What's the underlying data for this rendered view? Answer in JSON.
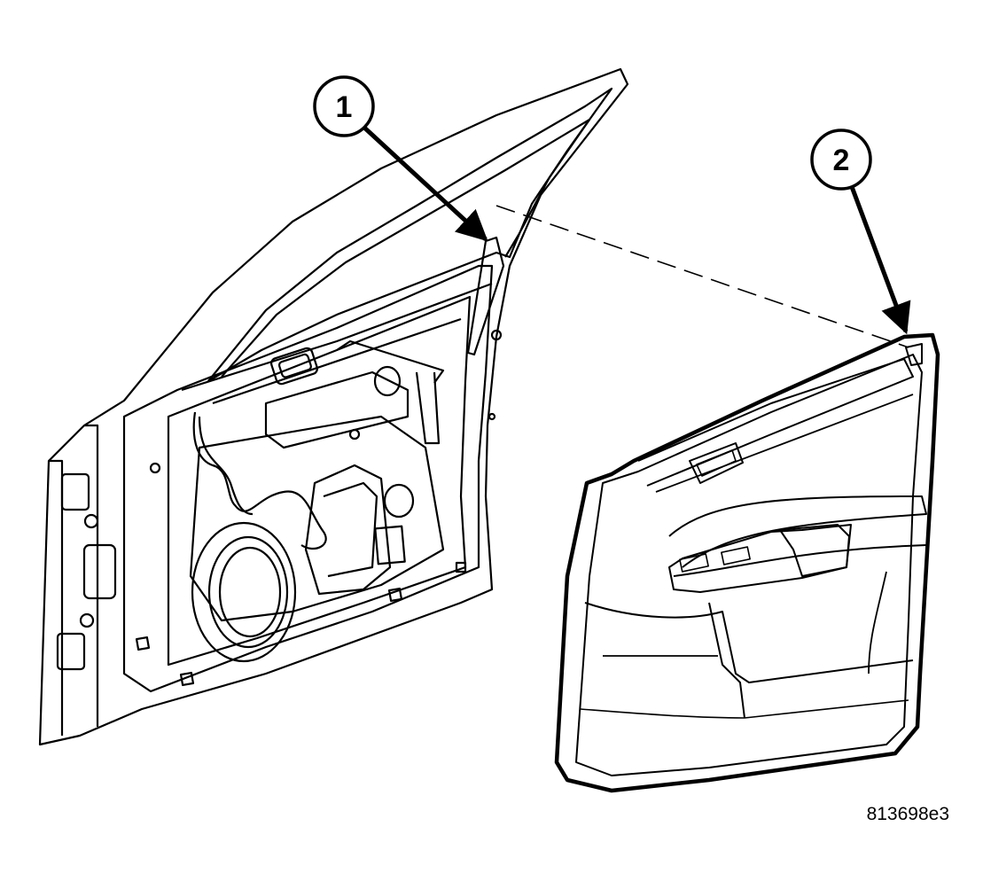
{
  "figure": {
    "figure_id": "813698e3",
    "callouts": [
      {
        "label": "1"
      },
      {
        "label": "2"
      }
    ]
  }
}
